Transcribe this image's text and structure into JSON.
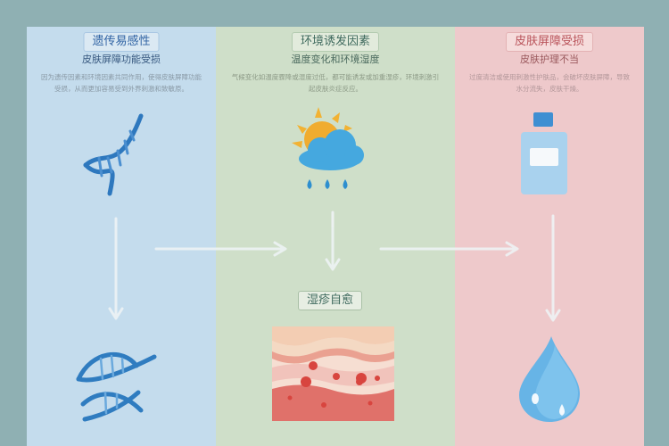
{
  "left": {
    "heading": "遗传易感性",
    "subheading": "皮肤屏障功能受损",
    "description": "因为遗传因素和环境因素共同作用，使得皮肤屏障功能受损，从而更加容易受到外界刺激和致敏原。"
  },
  "middle": {
    "heading": "环境诱发因素",
    "subheading": "温度变化和环境湿度",
    "description": "气候变化如温度骤降或湿度过低，都可能诱发或加重湿疹，环境刺激引起皮肤炎症反应。"
  },
  "right": {
    "heading": "皮肤屏障受损",
    "subheading": "皮肤护理不当",
    "description": "过度清洁或使用刺激性护肤品，会破坏皮肤屏障，导致水分流失，皮肤干燥。"
  },
  "center": {
    "label": "湿疹自愈"
  },
  "icons": [
    "dna-icon",
    "sun-cloud-rain-icon",
    "lotion-bottle-icon",
    "broken-dna-icon",
    "skin-layer-icon",
    "water-drop-icon"
  ],
  "colors": {
    "left": "#c4dced",
    "middle": "#cfdfc9",
    "right": "#eec9cb",
    "background": "#8fb0b3"
  }
}
